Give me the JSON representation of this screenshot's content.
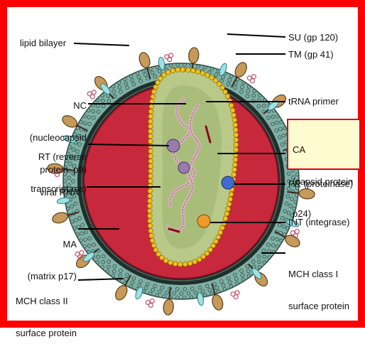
{
  "colors": {
    "frame": "#ff0000",
    "background": "#ffffff",
    "outer_ring": "#7fb0a6",
    "envelope_dark": "#1f2f2a",
    "matrix_red": "#c8283c",
    "capsid_green": "#b9c98a",
    "bead_yellow": "#f2c21e",
    "rna_pink": "#d6b3b8",
    "spike_tan": "#c79a5a",
    "ca_box_fill": "#fffbd0",
    "ca_box_border": "#d9001b",
    "pr_blue": "#3f6bd1",
    "int_orange": "#f09a2a",
    "rt_purple": "#9a7bb0"
  },
  "labels": {
    "lipid_bilayer": "lipid bilayer",
    "nc": [
      "NC",
      "(nucleocapsid",
      "protein  p9)"
    ],
    "rt": [
      "RT (reverse",
      "transcriptase)"
    ],
    "viral_rna": "viral RNA",
    "ma": [
      "MA",
      "(matrix p17)"
    ],
    "mch_class_ii": [
      "MCH class II",
      "surface protein"
    ],
    "su": "SU (gp 120)",
    "tm": "TM (gp 41)",
    "trna_primer": "tRNA primer",
    "ca": [
      "CA",
      "(capsid protein",
      "p24)"
    ],
    "pr": "PR (proteinase)",
    "int": "INT (integrase)",
    "mch_class_i": [
      "MCH class I",
      "surface protein"
    ]
  }
}
